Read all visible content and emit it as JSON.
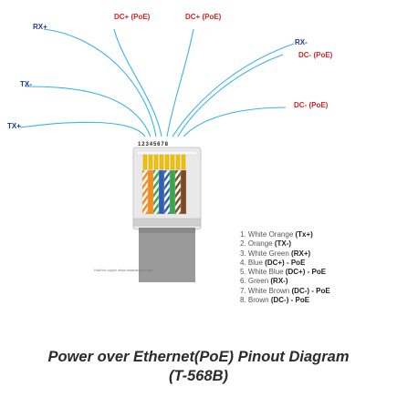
{
  "title": {
    "line1": "Power over Ethernet(PoE) Pinout Diagram",
    "line2": "(T-568B)"
  },
  "wire_labels": {
    "rx_plus": "RX+",
    "dc_plus_1": "DC+ (PoE)",
    "dc_plus_2": "DC+ (PoE)",
    "tx_minus": "TX-",
    "tx_plus": "TX+",
    "rx_minus": "RX-",
    "dc_minus_1": "DC- (PoE)",
    "dc_minus_2": "DC- (PoE)"
  },
  "pin_numbers": "12345678",
  "side_note": "Hold the copper strips towards your face",
  "legend": [
    {
      "num": "1.",
      "name": "White Orange",
      "signal": "(Tx+)",
      "poe": ""
    },
    {
      "num": "2.",
      "name": "Orange",
      "signal": "(TX-)",
      "poe": ""
    },
    {
      "num": "3.",
      "name": "White Green",
      "signal": "(RX+)",
      "poe": ""
    },
    {
      "num": "4.",
      "name": "Blue",
      "signal": "(DC+)",
      "poe": "- PoE"
    },
    {
      "num": "5.",
      "name": "White Blue",
      "signal": "(DC+)",
      "poe": "- PoE"
    },
    {
      "num": "6.",
      "name": "Green",
      "signal": "(RX-)",
      "poe": ""
    },
    {
      "num": "7.",
      "name": "White Brown",
      "signal": "(DC-)",
      "poe": "- PoE"
    },
    {
      "num": "8.",
      "name": "Brown",
      "signal": "(DC-)",
      "poe": "- PoE"
    }
  ],
  "colors": {
    "label_blue": "#1e3c8c",
    "label_red": "#d22323",
    "pair_line": "#3cb4e6",
    "orange": "#f28c1e",
    "green": "#3aa64a",
    "blue": "#2e5fb0",
    "brown": "#7a4a24",
    "gold": "#f2c200"
  }
}
